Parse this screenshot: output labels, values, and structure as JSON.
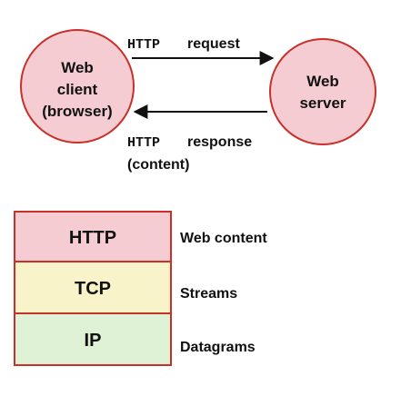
{
  "client": {
    "lines": [
      "Web",
      "client",
      "(browser)"
    ]
  },
  "server": {
    "lines": [
      "Web",
      "server"
    ]
  },
  "request": {
    "protocol": "HTTP",
    "word": "request"
  },
  "response": {
    "protocol": "HTTP",
    "word": "response",
    "note": "(content)"
  },
  "layers": [
    {
      "name": "HTTP",
      "description": "Web content",
      "fill": "#f4ccd2",
      "stroke": "#c8302a"
    },
    {
      "name": "TCP",
      "description": "Streams",
      "fill": "#f8f3c8",
      "stroke": "#c8302a"
    },
    {
      "name": "IP",
      "description": "Datagrams",
      "fill": "#dff2d6",
      "stroke": "#c8302a"
    }
  ],
  "colors": {
    "node_fill": "#f4ccd2",
    "node_stroke": "#c8302a",
    "arrow": "#111111"
  }
}
